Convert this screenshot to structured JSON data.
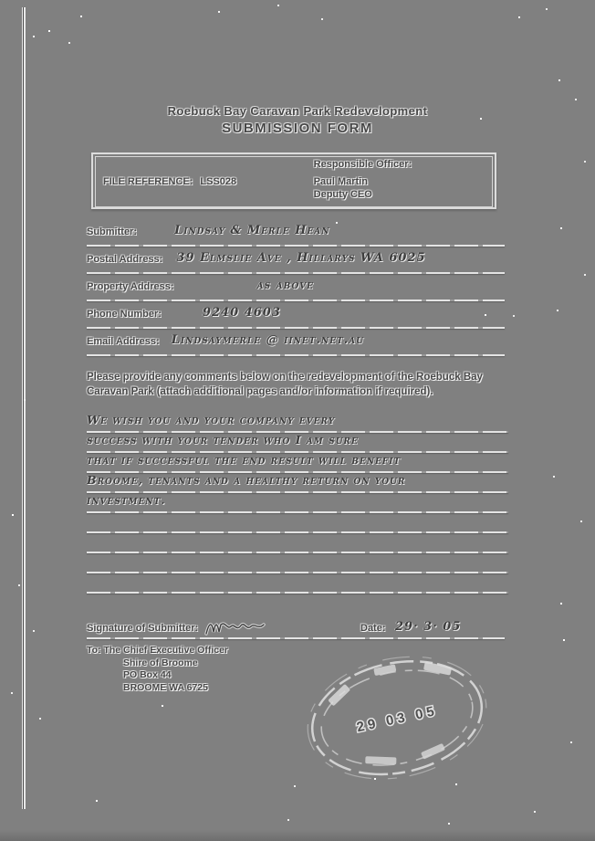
{
  "page": {
    "bg_color": "#808080",
    "ink_color": "#474747",
    "halo_color": "#f2f2f2"
  },
  "title": {
    "line1": "Roebuck Bay Caravan Park Redevelopment",
    "line2": "SUBMISSION FORM"
  },
  "reference_box": {
    "file_reference_label": "FILE REFERENCE:",
    "file_reference_value": "LSS028",
    "responsible_officer_label": "Responsible Officer:",
    "officer_name": "Paul Martin",
    "officer_title": "Deputy CEO"
  },
  "fields": [
    {
      "label": "Submitter:",
      "value": "Lindsay & Merle Hean"
    },
    {
      "label": "Postal Address:",
      "value": "39 Elmslie Ave , Hillarys WA 6025"
    },
    {
      "label": "Property Address:",
      "value": "as above"
    },
    {
      "label": "Phone Number:",
      "value": "9240 4603"
    },
    {
      "label": "Email Address:",
      "value": "Lindsaymerle @ iinet.net.au"
    }
  ],
  "instructions": "Please provide any comments below on the redevelopment of the Roebuck Bay Caravan Park (attach additional pages and/or information if required).",
  "comments": {
    "lines": [
      "We wish you and your company every",
      "success with your tender who I am sure",
      "that if successful the end result will benefit",
      "Broome, tenants and a healthy return on your",
      "investment."
    ]
  },
  "signature": {
    "label": "Signature of Submitter:",
    "date_label": "Date:",
    "date_value": "29· 3· 05"
  },
  "recipient": {
    "lines": [
      "To: The Chief Executive Officer",
      "Shire of Broome",
      "PO Box 44",
      "BROOME WA 6725"
    ]
  },
  "stamp": {
    "date": "29 03 05"
  }
}
